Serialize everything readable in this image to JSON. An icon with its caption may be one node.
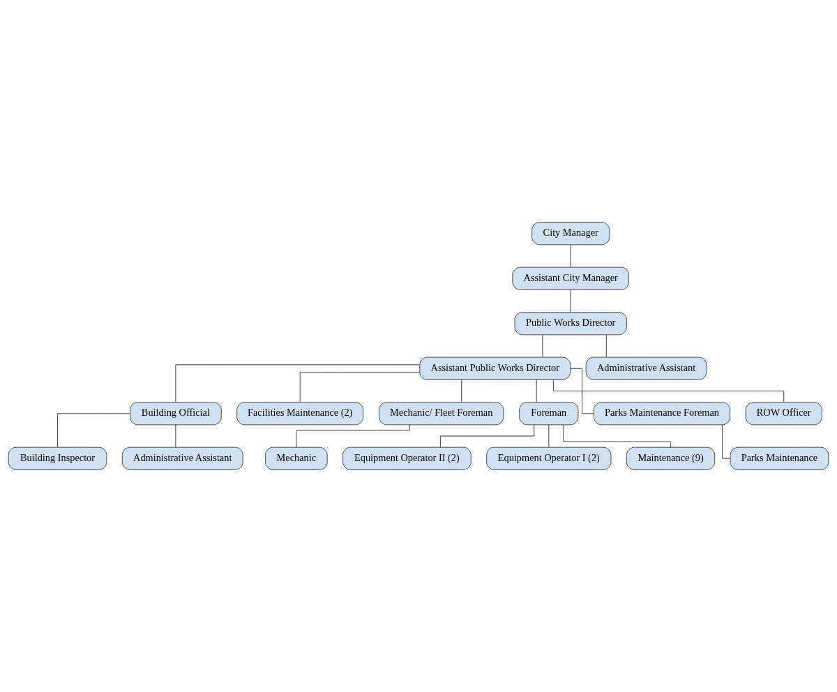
{
  "diagram": {
    "nodes": [
      {
        "text": [
          "City Manager"
        ]
      },
      {
        "text": [
          "Assistant City Manager"
        ]
      },
      {
        "text": [
          "Assistant Public Works Director"
        ]
      },
      {
        "text": [
          "Public Works Director"
        ]
      },
      {
        "text": [
          "Administrative Assistant"
        ]
      },
      {
        "text": [
          "Building Official"
        ]
      },
      {
        "text": [
          "Building Inspector"
        ]
      },
      {
        "text": [
          "Administrative Assistant"
        ]
      },
      {
        "text": [
          "Facilities Maintenance (2)"
        ]
      },
      {
        "text": [
          "Mechanic/ Fleet Foreman"
        ]
      },
      {
        "text": [
          "Mechanic"
        ]
      },
      {
        "text": [
          "Foreman"
        ]
      },
      {
        "text": [
          "Equipment Operator II (2)"
        ]
      },
      {
        "text": [
          "Equipment Operator I (2)"
        ]
      },
      {
        "text": [
          "Maintenance (9)"
        ]
      },
      {
        "text": [
          "Parks Maintenance Foreman"
        ]
      },
      {
        "text": [
          "Parks Maintenance"
        ]
      },
      {
        "text": [
          "ROW Officer"
        ]
      }
    ],
    "edges": [
      {
        "from": 0,
        "to": 1,
        "arrow": "none"
      },
      {
        "from": 1,
        "to": 3,
        "arrow": "none"
      },
      {
        "from": 3,
        "to": 2,
        "arrow": "none"
      },
      {
        "from": 3,
        "to": 4,
        "arrow": "none"
      },
      {
        "from": 2,
        "to": 5,
        "arrow": "none"
      },
      {
        "from": 5,
        "to": 6,
        "arrow": "none"
      },
      {
        "from": 5,
        "to": 7,
        "arrow": "none"
      },
      {
        "from": 2,
        "to": 8,
        "arrow": "none"
      },
      {
        "from": 2,
        "to": 9,
        "arrow": "none"
      },
      {
        "from": 9,
        "to": 10,
        "arrow": "none"
      },
      {
        "from": 2,
        "to": 11,
        "arrow": "none"
      },
      {
        "from": 11,
        "to": 12,
        "arrow": "none"
      },
      {
        "from": 11,
        "to": 13,
        "arrow": "none"
      },
      {
        "from": 11,
        "to": 14,
        "arrow": "none"
      },
      {
        "from": 2,
        "to": 15,
        "arrow": "none"
      },
      {
        "from": 15,
        "to": 16,
        "arrow": "none"
      },
      {
        "from": 2,
        "to": 17,
        "arrow": "none"
      }
    ]
  }
}
